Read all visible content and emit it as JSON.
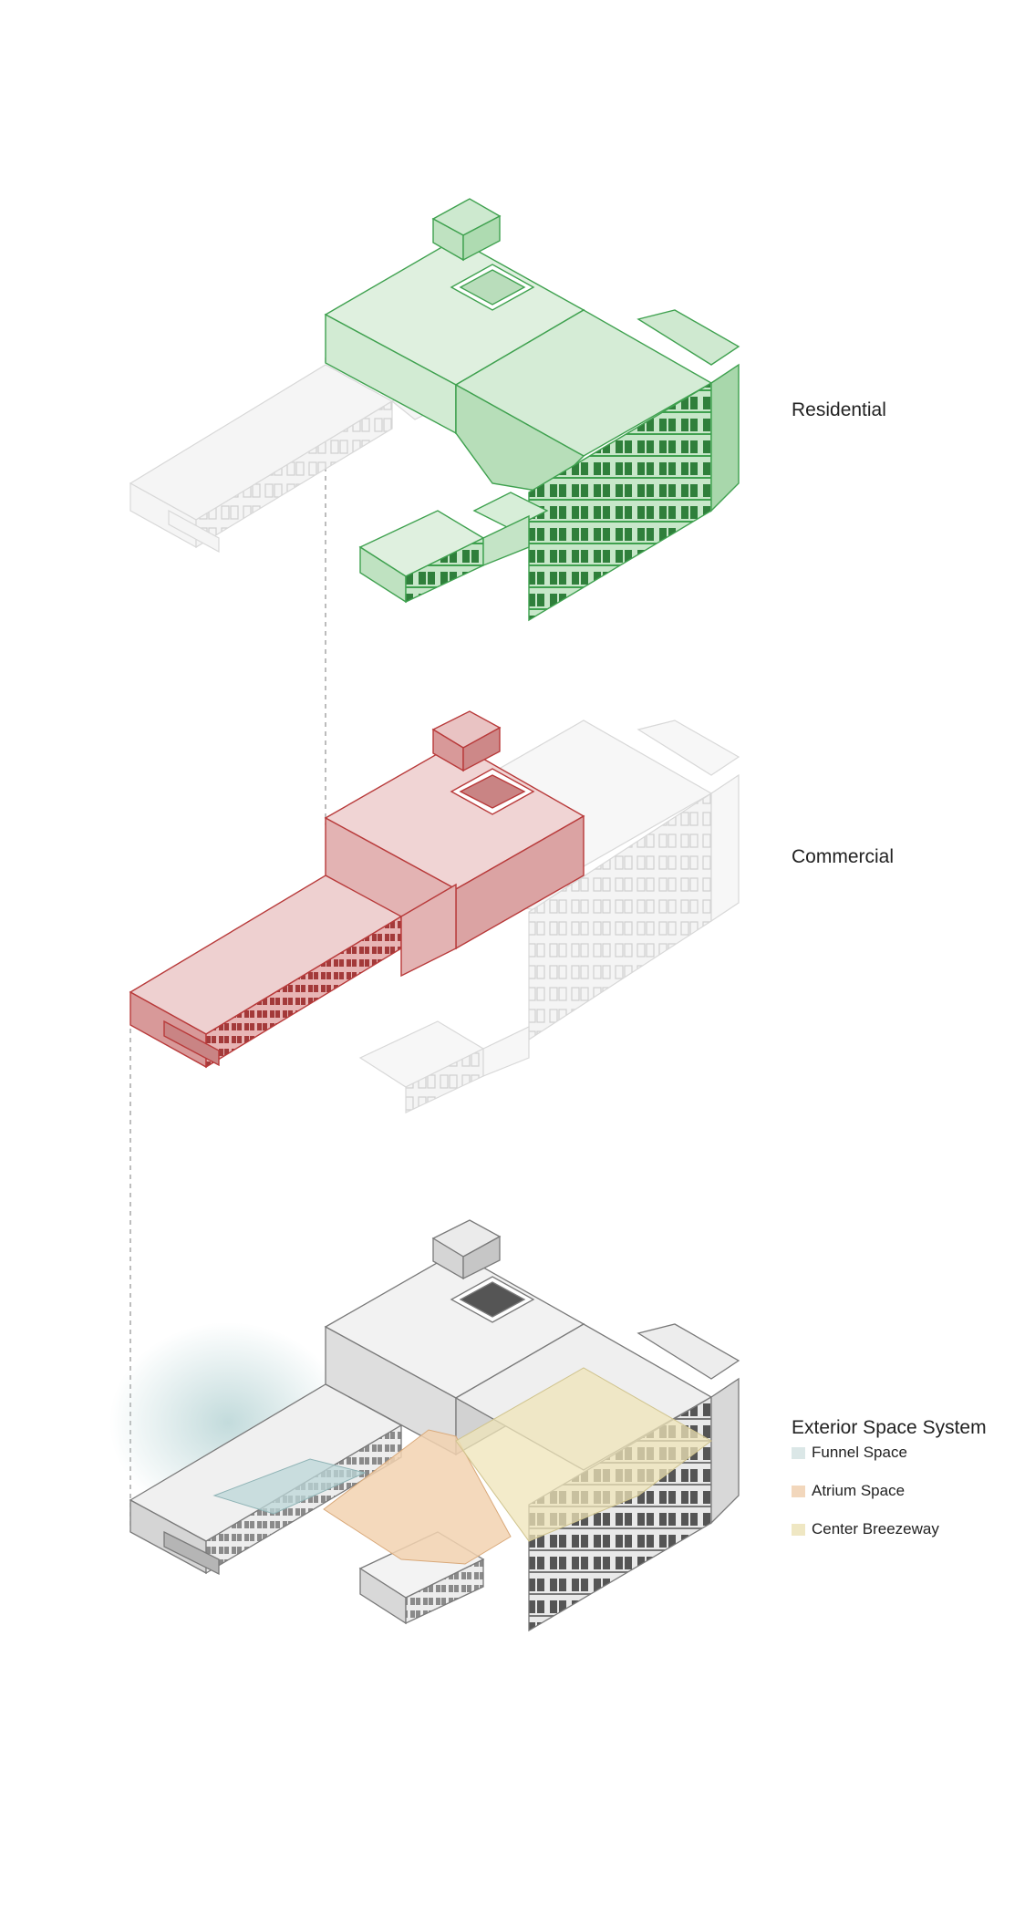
{
  "labels": {
    "residential": "Residential",
    "commercial": "Commercial",
    "exterior_title": "Exterior Space System"
  },
  "legend": [
    {
      "label": "Funnel Space",
      "color": "#dbe7e7"
    },
    {
      "label": "Atrium Space",
      "color": "#f2d7bc"
    },
    {
      "label": "Center Breezeway",
      "color": "#efe7c3"
    }
  ],
  "colors": {
    "residential": "#3fa14f",
    "commercial": "#b83a3a",
    "ghost": "#cfcfcf",
    "neutral": "#8a8a8a"
  }
}
